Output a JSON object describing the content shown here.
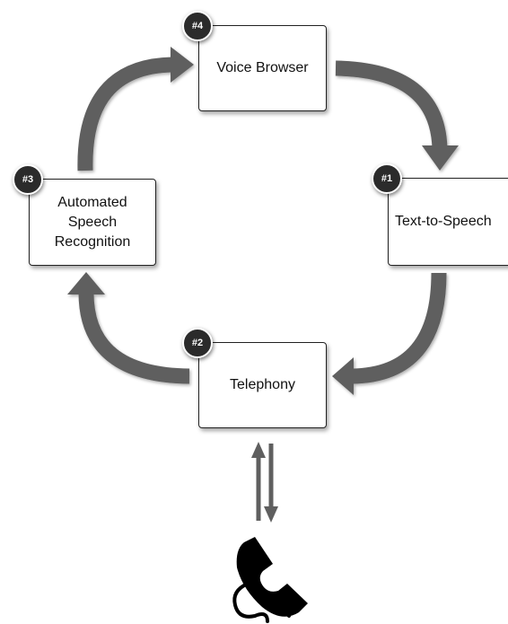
{
  "nodes": {
    "voice_browser": {
      "label": "Voice Browser",
      "step": "#4"
    },
    "text_to_speech": {
      "label": "Text-to-Speech",
      "step": "#1"
    },
    "speech_recognition": {
      "label": "Automated Speech Recognition",
      "step": "#3"
    },
    "telephony": {
      "label": "Telephony",
      "step": "#2"
    }
  },
  "colors": {
    "arrow": "#5f5f5f",
    "badge": "#2b2b2b",
    "box_border": "#222222",
    "phone_icon": "#000000"
  },
  "icons": {
    "phone": "telephone-handset-icon"
  }
}
